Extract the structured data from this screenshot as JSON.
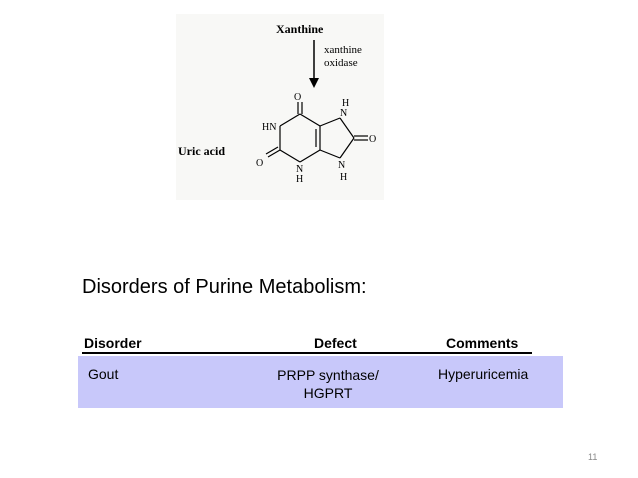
{
  "figure": {
    "title": "Xanthine",
    "enzyme_line1": "xanthine",
    "enzyme_line2": "oxidase",
    "product": "Uric acid",
    "atoms": {
      "o_top": "O",
      "hn": "HN",
      "o_left": "O",
      "n_bottom": "N",
      "h_bottom": "H",
      "n_top_right": "N",
      "h_top_right": "H",
      "o_right": "O",
      "n_bottom_right": "N",
      "h_bottom_right": "H"
    }
  },
  "heading": "Disorders of Purine Metabolism:",
  "table": {
    "headers": {
      "disorder": "Disorder",
      "defect": "Defect",
      "comments": "Comments"
    },
    "rows": [
      {
        "disorder": "Gout",
        "defect_line1": "PRPP synthase/",
        "defect_line2": "HGPRT",
        "comments": "Hyperuricemia"
      }
    ]
  },
  "page_number": "11"
}
